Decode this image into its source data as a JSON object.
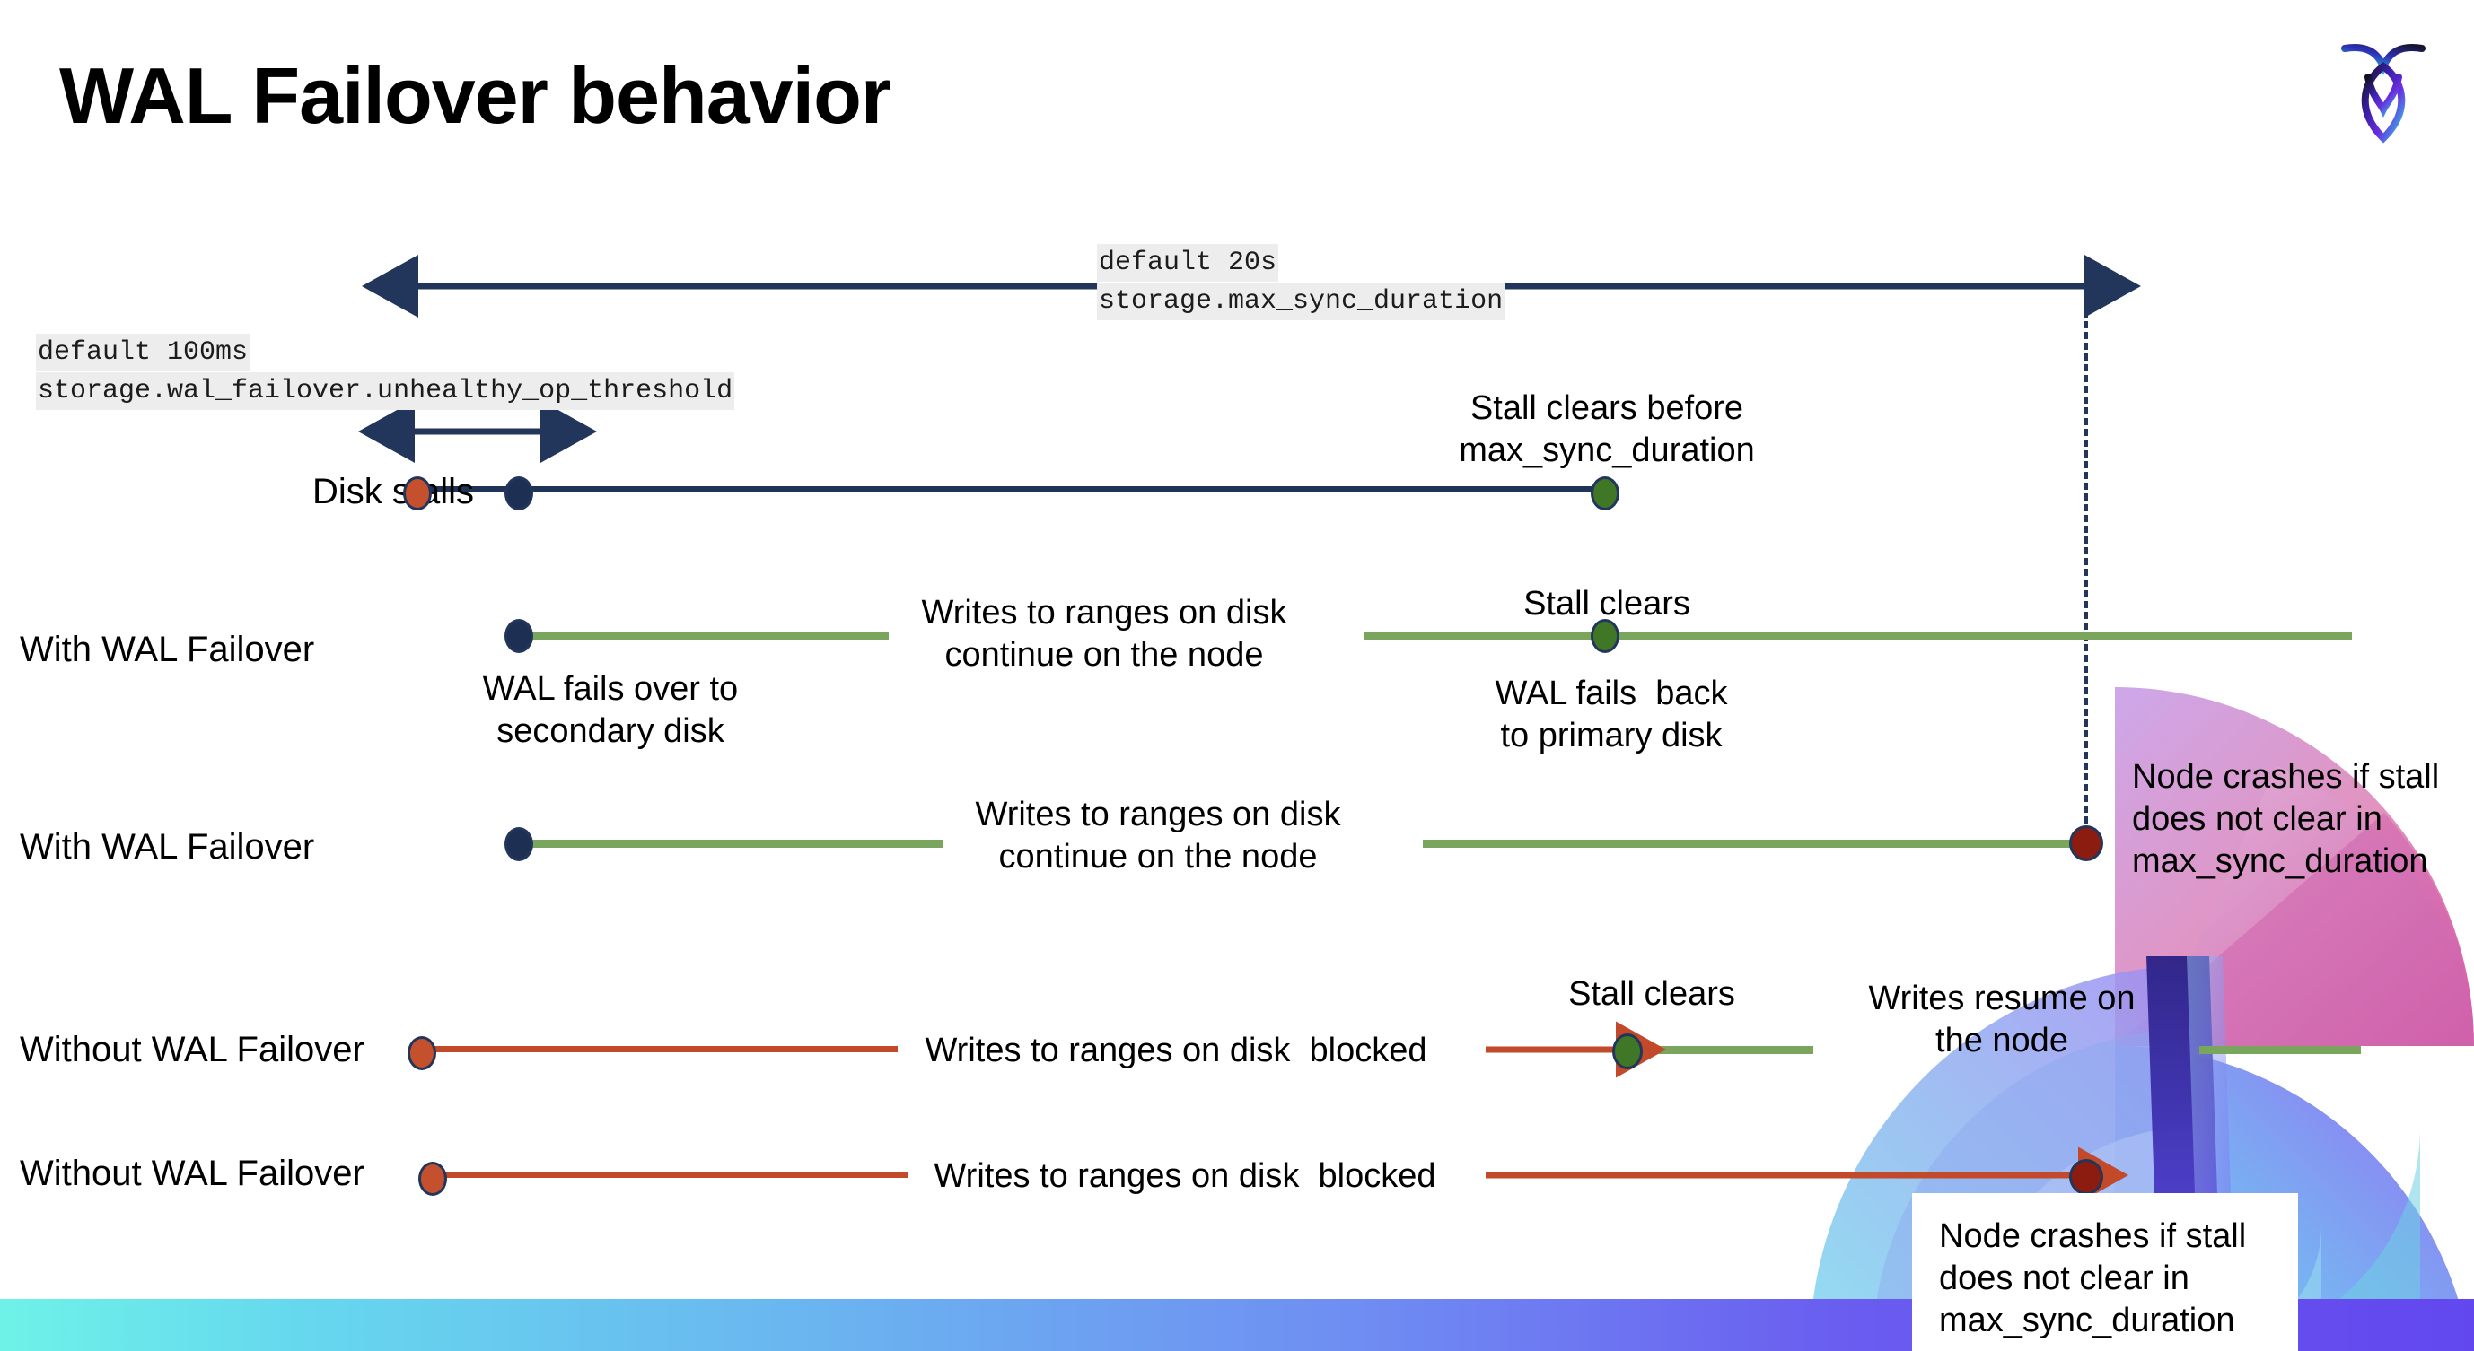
{
  "slide": {
    "title": "WAL Failover behavior",
    "logo_name": "cockroachdb-logo"
  },
  "annotations": {
    "max_sync_default": "default 20s",
    "max_sync_setting": "storage.max_sync_duration",
    "unhealthy_default": "default 100ms",
    "unhealthy_setting": "storage.wal_failover.unhealthy_op_threshold"
  },
  "rows": [
    {
      "label": "Disk stalls",
      "notes": [
        "Stall clears before\nmax_sync_duration"
      ]
    },
    {
      "label": "With WAL Failover",
      "notes": [
        "Writes to ranges on disk\ncontinue on the node",
        "Stall clears",
        "WAL fails over to\nsecondary disk",
        "WAL fails  back\nto primary disk"
      ]
    },
    {
      "label": "With WAL Failover",
      "notes": [
        "Writes to ranges on disk\ncontinue on the node",
        "Node crashes if stall\ndoes not clear in\nmax_sync_duration"
      ]
    },
    {
      "label": "Without WAL Failover",
      "notes": [
        "Writes to ranges on disk  blocked",
        "Stall clears",
        "Writes resume on\nthe node"
      ]
    },
    {
      "label": "Without WAL Failover",
      "notes": [
        "Writes to ranges on disk  blocked",
        "Node crashes if stall\ndoes not clear in\nmax_sync_duration"
      ]
    }
  ],
  "colors": {
    "navy": "#1f3356",
    "green": "#79a65c",
    "red": "#c2492a",
    "dot_red": "#c4502e",
    "dot_green": "#3f7726",
    "dot_dark_red": "#8c1c10",
    "code_bg": "#ededed"
  }
}
